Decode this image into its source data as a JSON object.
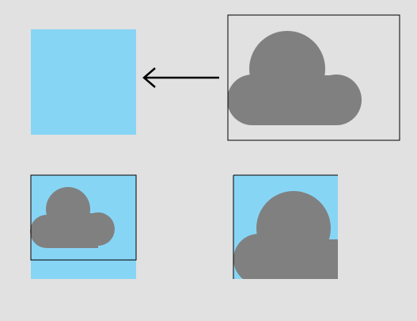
{
  "colors": {
    "background": "#e1e1e1",
    "sky": "#87d5f5",
    "cloud": "#808080",
    "outline": "#000000"
  },
  "diagram": {
    "target": {
      "name": "empty-sky-target",
      "color_role": "sky"
    },
    "source": {
      "name": "cloud-source-image",
      "icon": "cloud-icon"
    },
    "arrow": {
      "direction": "left",
      "icon": "arrow-left-icon"
    },
    "examples": [
      {
        "name": "cloud-fit-example",
        "fit": "contain",
        "icon": "cloud-icon"
      },
      {
        "name": "cloud-cover-example",
        "fit": "cover",
        "icon": "cloud-icon"
      }
    ]
  }
}
